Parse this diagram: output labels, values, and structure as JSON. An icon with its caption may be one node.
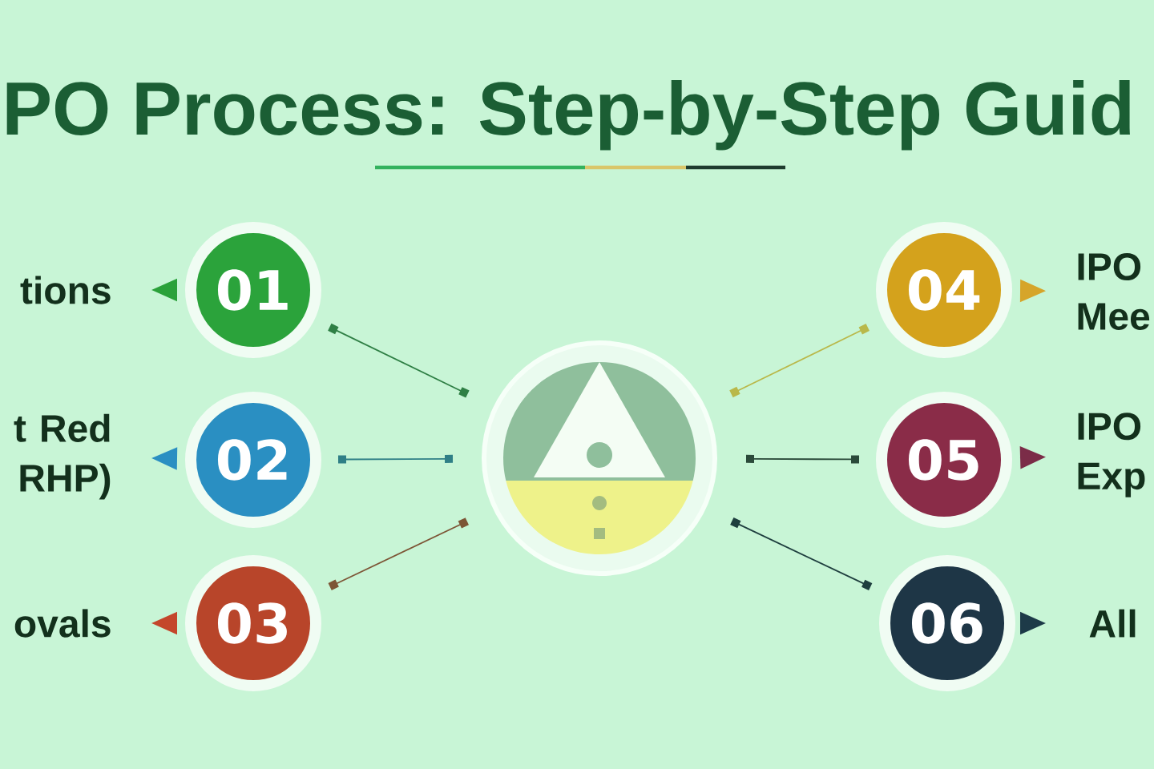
{
  "diagram": {
    "title": "PO Process: Step-by-Step Guid",
    "nodes": [
      {
        "text": [],
        "shape": "circle"
      },
      {
        "text": [
          "01"
        ]
      },
      {
        "text": [
          "02"
        ]
      },
      {
        "text": [
          "03"
        ]
      },
      {
        "text": [
          "04"
        ]
      },
      {
        "text": [
          "05"
        ]
      },
      {
        "text": [
          "06"
        ]
      },
      {
        "text": [
          "tions"
        ]
      },
      {
        "text": [
          "t Red RHP)"
        ]
      },
      {
        "text": [
          "ovals"
        ]
      },
      {
        "text": [
          "IPO Mee"
        ]
      },
      {
        "text": [
          "IPO Exp"
        ]
      },
      {
        "text": [
          "All"
        ]
      }
    ],
    "edges": [
      {
        "from": 0,
        "to": 1,
        "arrow": "other",
        "color": "#2f7f45"
      },
      {
        "from": 0,
        "to": 2,
        "arrow": "other",
        "color": "#2f7f86"
      },
      {
        "from": 0,
        "to": 3,
        "arrow": "other",
        "color": "#7d5536"
      },
      {
        "from": 0,
        "to": 4,
        "arrow": "other",
        "color": "#b9b84a"
      },
      {
        "from": 0,
        "to": 5,
        "arrow": "other",
        "color": "#2b4a3a"
      },
      {
        "from": 0,
        "to": 6,
        "arrow": "other",
        "color": "#1f3f3f"
      },
      {
        "from": 1,
        "to": 7,
        "arrow": "to",
        "color": "#2aa13a"
      },
      {
        "from": 2,
        "to": 8,
        "arrow": "to",
        "color": "#2b8fc2"
      },
      {
        "from": 3,
        "to": 9,
        "arrow": "to",
        "color": "#c4462b"
      },
      {
        "from": 4,
        "to": 10,
        "arrow": "to",
        "color": "#d6a52a"
      },
      {
        "from": 5,
        "to": 11,
        "arrow": "to",
        "color": "#7b2c48"
      },
      {
        "from": 6,
        "to": 12,
        "arrow": "to",
        "color": "#1d3a48"
      }
    ]
  }
}
